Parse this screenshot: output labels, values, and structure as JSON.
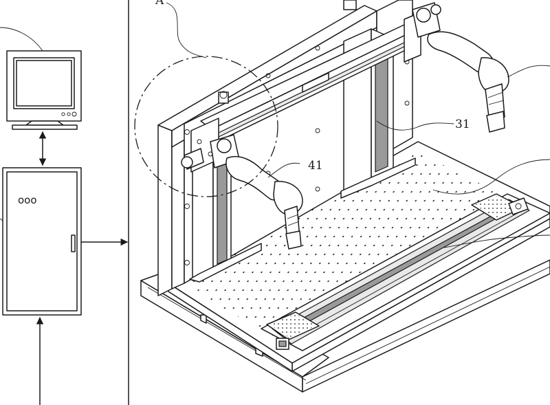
{
  "labels": {
    "detail": "A",
    "column": "31",
    "arm": "41"
  },
  "cabinet": {
    "indicator": "ooo"
  },
  "colors": {
    "line": "#1a1a1a",
    "background": "#ffffff",
    "rail_fill": "#9a9a9a"
  },
  "icons": {
    "monitor": "monitor-icon",
    "cabinet": "control-cabinet-icon"
  }
}
